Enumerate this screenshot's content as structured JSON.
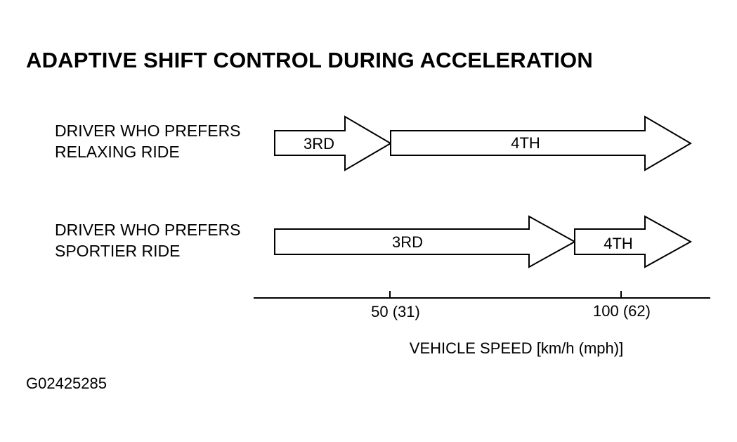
{
  "title": "ADAPTIVE SHIFT CONTROL DURING ACCELERATION",
  "rows": [
    {
      "label_lines": [
        "DRIVER WHO PREFERS",
        "RELAXING RIDE"
      ],
      "gears": [
        "3RD",
        "4TH"
      ]
    },
    {
      "label_lines": [
        "DRIVER WHO PREFERS",
        "SPORTIER RIDE"
      ],
      "gears": [
        "3RD",
        "4TH"
      ]
    }
  ],
  "axis": {
    "ticks": [
      "50 (31)",
      "100 (62)"
    ],
    "label": "VEHICLE SPEED [km/h (mph)]"
  },
  "figure_id": "G02425285",
  "colors": {
    "stroke": "#000000",
    "fill": "#ffffff",
    "text": "#000000"
  }
}
